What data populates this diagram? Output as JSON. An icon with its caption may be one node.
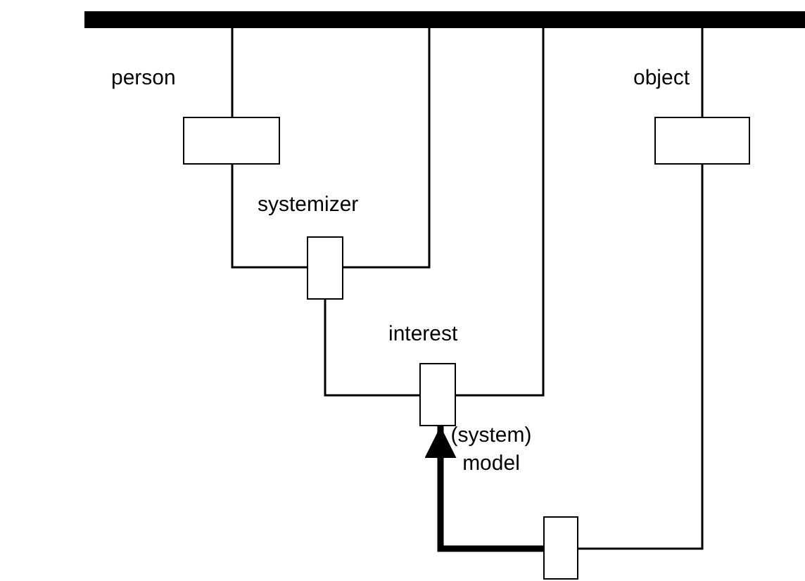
{
  "diagram": {
    "nodes": [
      {
        "text": [],
        "shape": "bar"
      },
      {
        "text": [
          "person"
        ]
      },
      {
        "text": [
          "object"
        ]
      },
      {
        "text": [
          "systemizer"
        ]
      },
      {
        "text": [
          "interest"
        ]
      },
      {
        "text": [
          "(system) model"
        ]
      }
    ],
    "edges": [
      {
        "from": 0,
        "to": 1,
        "arrow": "none"
      },
      {
        "from": 1,
        "to": 3,
        "arrow": "none"
      },
      {
        "from": 3,
        "to": 0,
        "arrow": "none"
      },
      {
        "from": 3,
        "to": 4,
        "arrow": "none"
      },
      {
        "from": 4,
        "to": 0,
        "arrow": "none"
      },
      {
        "from": 0,
        "to": 2,
        "arrow": "none"
      },
      {
        "from": 2,
        "to": 5,
        "arrow": "none"
      },
      {
        "from": 5,
        "to": 4,
        "arrow": "to",
        "style": "thick"
      }
    ]
  }
}
